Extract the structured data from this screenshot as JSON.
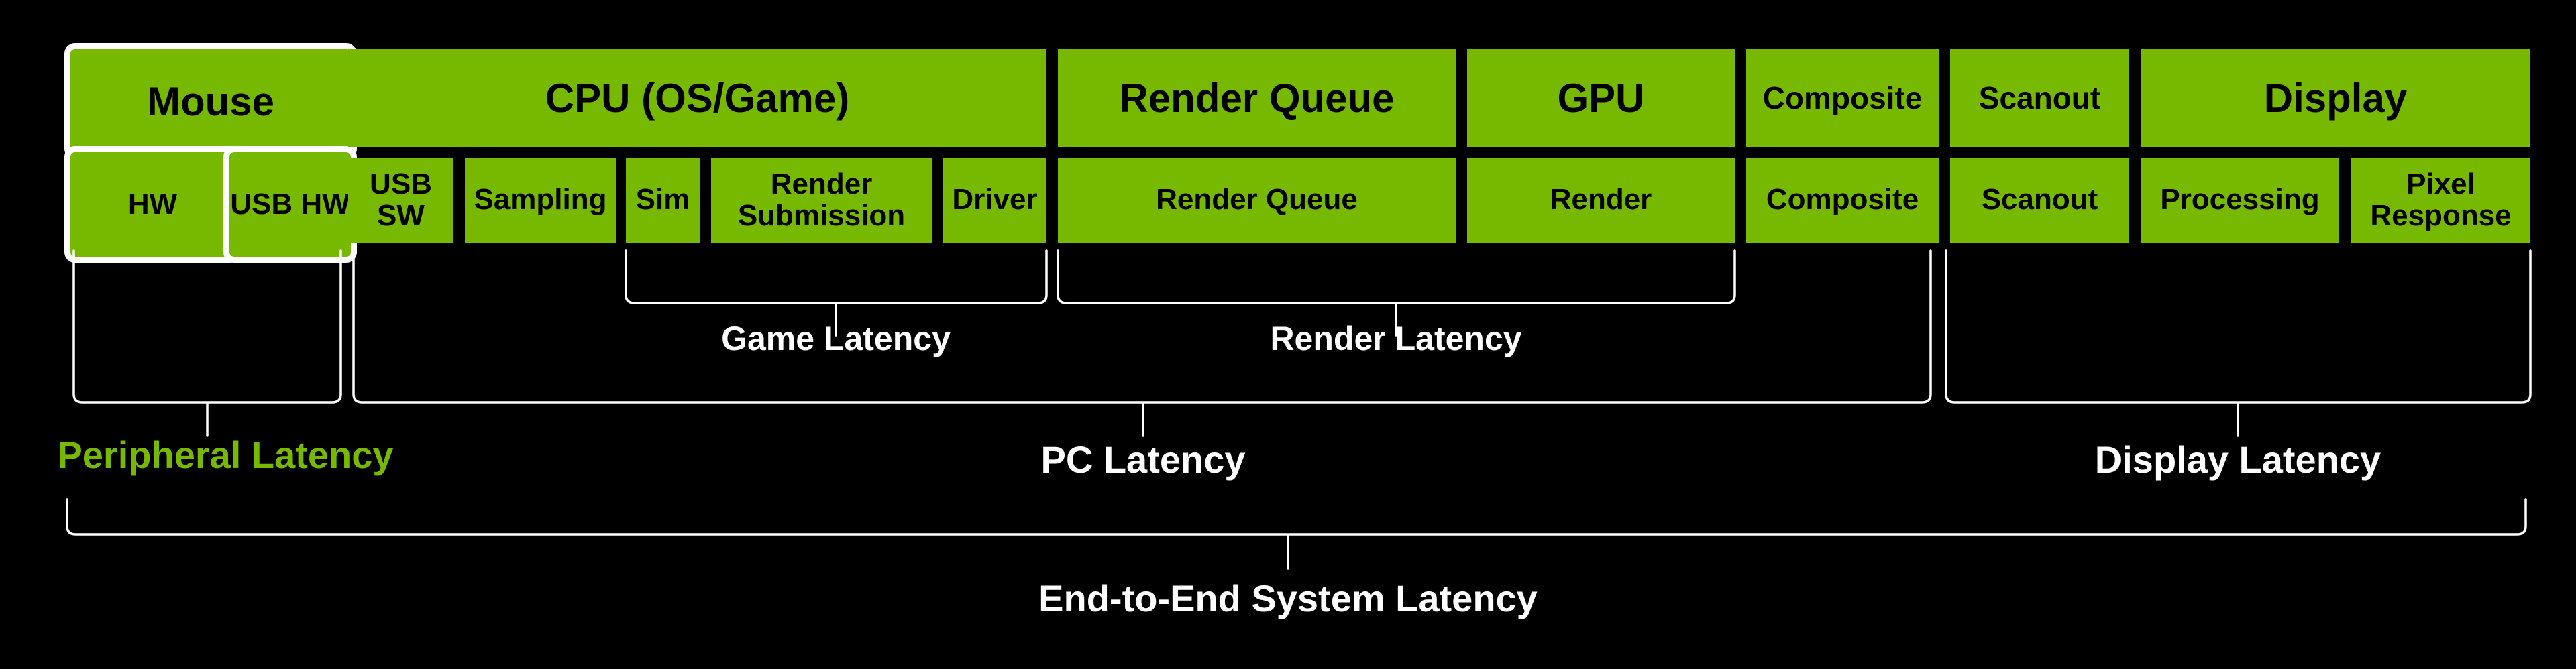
{
  "colors": {
    "background": "#000000",
    "box_green": "#76B900",
    "box_text": "#000000",
    "outline_white": "#ffffff",
    "label_white": "#ffffff",
    "label_green": "#76B900"
  },
  "pipeline": {
    "top_row": [
      {
        "label": "Mouse"
      },
      {
        "label": "CPU (OS/Game)"
      },
      {
        "label": "Render Queue"
      },
      {
        "label": "GPU"
      },
      {
        "label": "Composite"
      },
      {
        "label": "Scanout"
      },
      {
        "label": "Display"
      }
    ],
    "bottom_row": [
      {
        "label": "HW"
      },
      {
        "label": "USB HW"
      },
      {
        "label": "USB SW"
      },
      {
        "label": "Sampling"
      },
      {
        "label": "Sim"
      },
      {
        "label": "Render Submission"
      },
      {
        "label": "Driver"
      },
      {
        "label": "Render Queue"
      },
      {
        "label": "Render"
      },
      {
        "label": "Composite"
      },
      {
        "label": "Scanout"
      },
      {
        "label": "Processing"
      },
      {
        "label": "Pixel Response"
      }
    ]
  },
  "latency_labels": {
    "game": "Game Latency",
    "render": "Render Latency",
    "peripheral": "Peripheral Latency",
    "pc": "PC Latency",
    "display": "Display Latency",
    "end_to_end": "End-to-End System Latency"
  }
}
